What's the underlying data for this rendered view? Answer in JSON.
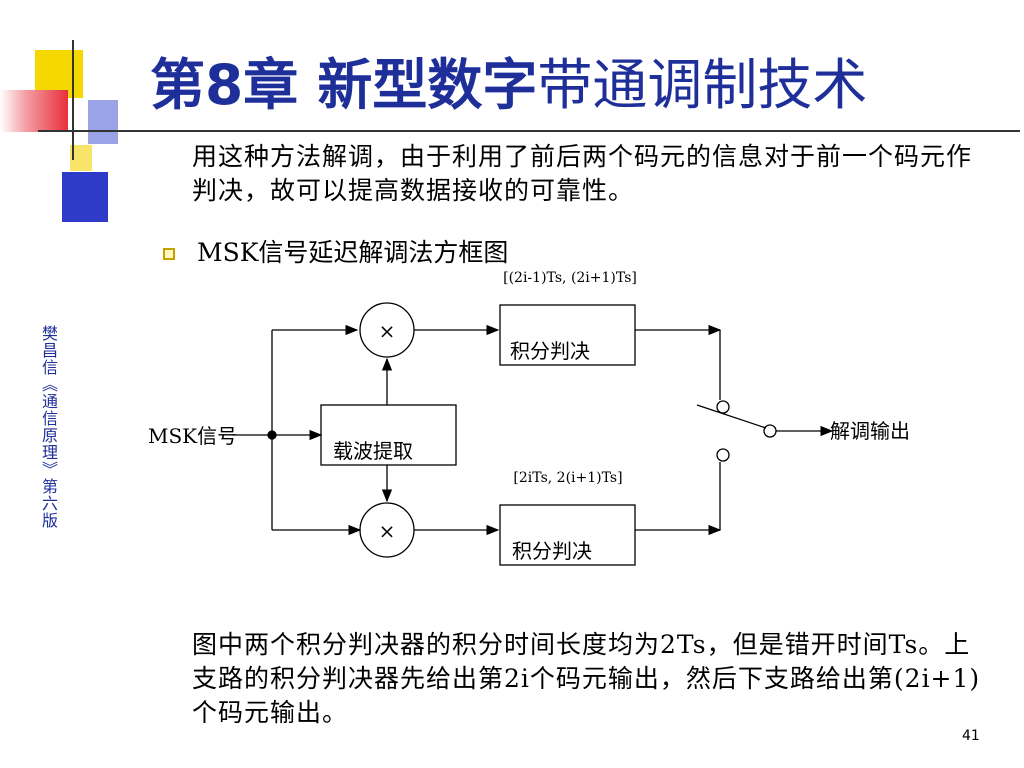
{
  "slide": {
    "title_bold": "第8章 新型数字",
    "title_rest": "带通调制技术",
    "paragraph1": "用这种方法解调，由于利用了前后两个码元的信息对于前一个码元作判决，故可以提高数据接收的可靠性。",
    "bullet": "MSK信号延迟解调法方框图",
    "paragraph2": "图中两个积分判决器的积分时间长度均为2Ts，但是错开时间Ts。上支路的积分判决器先给出第2i个码元输出，然后下支路给出第(2i+1)个码元输出。",
    "sidebar": "樊昌信《通信原理》第六版",
    "page_number": "41"
  },
  "diagram": {
    "input_label": "MSK信号",
    "output_label": "解调输出",
    "carrier_box": "载波提取",
    "integrator_top": "积分判决",
    "integrator_bottom": "积分判决",
    "multiplier_symbol": "×",
    "interval_top": "[(2i-1)Ts, (2i+1)Ts]",
    "interval_bottom": "[2iTs, 2(i+1)Ts]"
  },
  "colors": {
    "title": "#1f2f9a",
    "deco_yellow": "#f5d800",
    "deco_blue": "#2e3bc8",
    "deco_red": "#e8303a"
  }
}
